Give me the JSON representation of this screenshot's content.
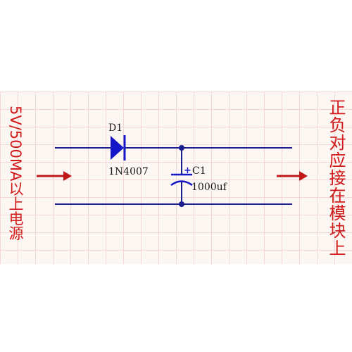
{
  "input_label": "5V/500MA以上电源",
  "output_label": "正负对应接在模块上",
  "diode": {
    "ref": "D1",
    "part": "1N4007"
  },
  "capacitor": {
    "ref": "C1",
    "value": "1000uf",
    "polarity": "+"
  },
  "colors": {
    "wire": "#1a1f8c",
    "component": "#1515c8",
    "arrow": "#c01818",
    "text_red": "#d11a1a"
  }
}
